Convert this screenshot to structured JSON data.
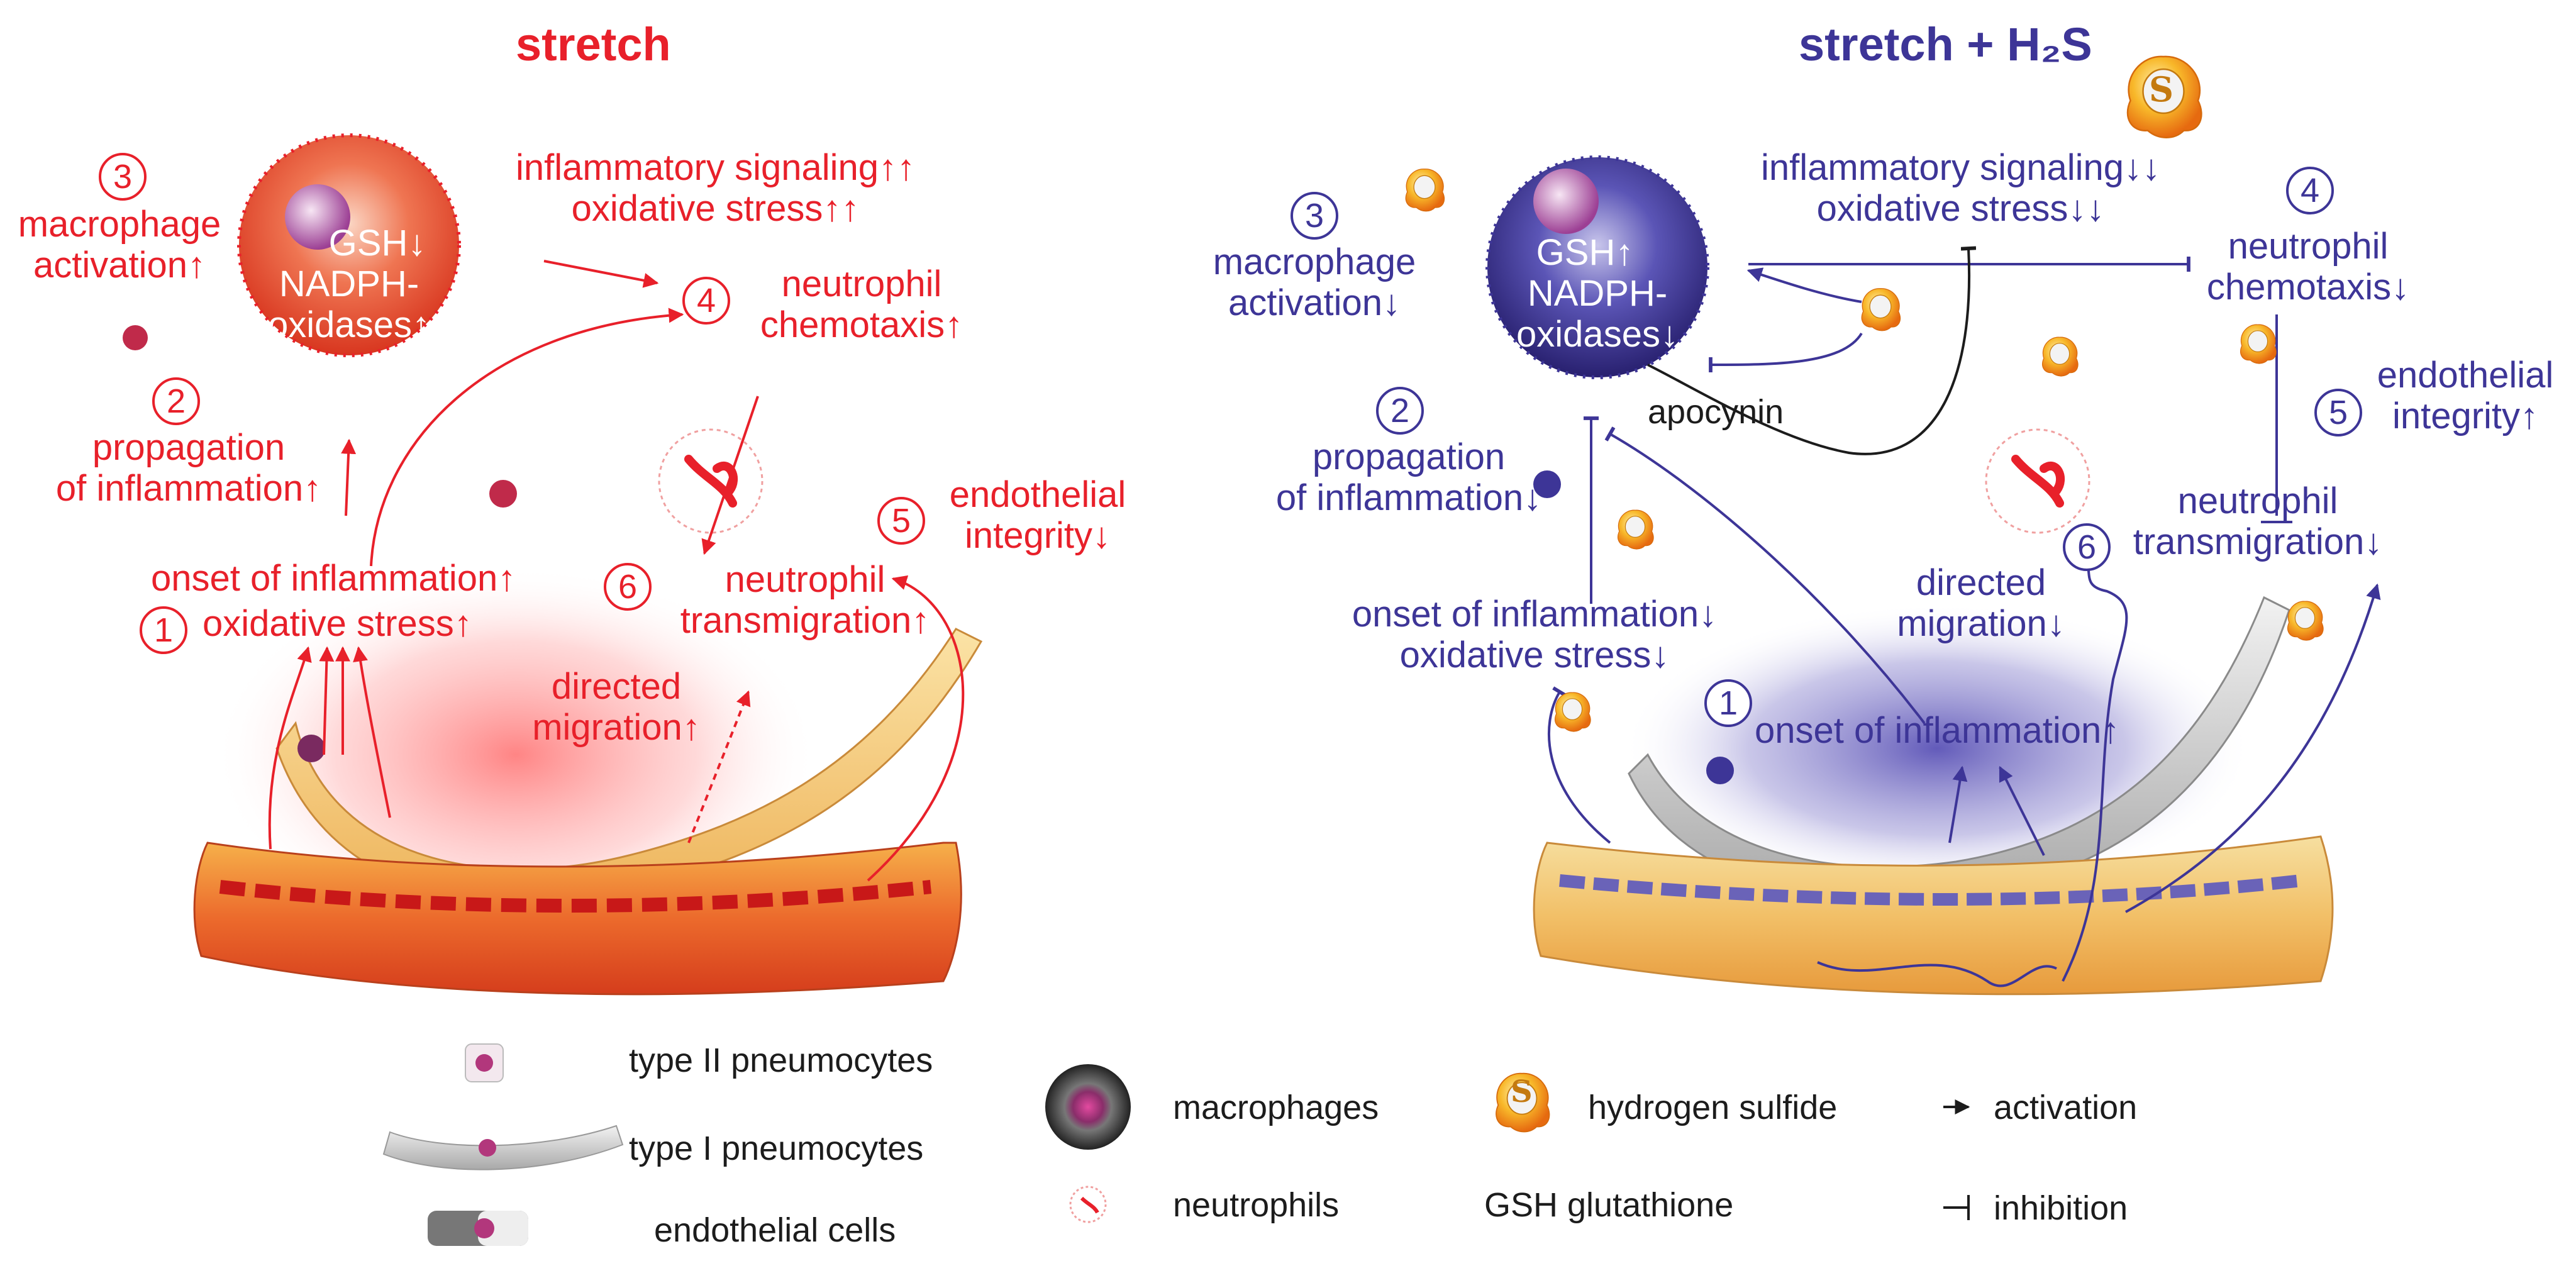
{
  "colors": {
    "stretch": "#e8202a",
    "h2s": "#3d3597",
    "text": "#1c1c1c"
  },
  "left": {
    "title": "stretch",
    "cell_gsh": "GSH↓",
    "cell_nadph": "NADPH-",
    "cell_oxidases": "oxidases↑",
    "inflammatory_signaling": "inflammatory signaling↑↑",
    "oxidative_stress_top": "oxidative stress↑↑",
    "n3": "3",
    "macrophage": "macrophage",
    "activation": "activation↑",
    "n4": "4",
    "neutrophil_chemo": "neutrophil",
    "chemotaxis": "chemotaxis↑",
    "n2": "2",
    "propagation": "propagation",
    "of_inflammation": "of inflammation↑",
    "n5": "5",
    "endothelial": "endothelial",
    "integrity": "integrity↓",
    "onset": "onset of inflammation↑",
    "n1": "1",
    "oxidative_stress": "oxidative stress↑",
    "n6": "6",
    "neutrophil_trans": "neutrophil",
    "transmigration": "transmigration↑",
    "directed": "directed",
    "migration": "migration↑"
  },
  "right": {
    "title": "stretch + H₂S",
    "cell_gsh": "GSH↑",
    "cell_nadph": "NADPH-",
    "cell_oxidases": "oxidases↓",
    "inflammatory_signaling": "inflammatory signaling↓↓",
    "oxidative_stress_top": "oxidative stress↓↓",
    "n3": "3",
    "macrophage": "macrophage",
    "activation": "activation↓",
    "n4": "4",
    "neutrophil_chemo": "neutrophil",
    "chemotaxis": "chemotaxis↓",
    "n2": "2",
    "propagation": "propagation",
    "of_inflammation": "of inflammation↓",
    "n5": "5",
    "endothelial": "endothelial",
    "integrity": "integrity↑",
    "apocynin": "apocynin",
    "n6": "6",
    "neutrophil_trans": "neutrophil",
    "transmigration": "transmigration↓",
    "directed": "directed",
    "migration": "migration↓",
    "onset": "onset of inflammation↓",
    "oxidative_stress": "oxidative stress↓",
    "n1": "1",
    "onset_center": "onset of inflammation↑",
    "s_symbol": "S"
  },
  "legend": {
    "type2": "type II pneumocytes",
    "type1": "type I pneumocytes",
    "endothelial": "endothelial cells",
    "macrophages": "macrophages",
    "neutrophils": "neutrophils",
    "h2s": "hydrogen sulfide",
    "gsh": "GSH glutathione",
    "activation": "activation",
    "inhibition": "inhibition",
    "s_symbol": "S"
  }
}
